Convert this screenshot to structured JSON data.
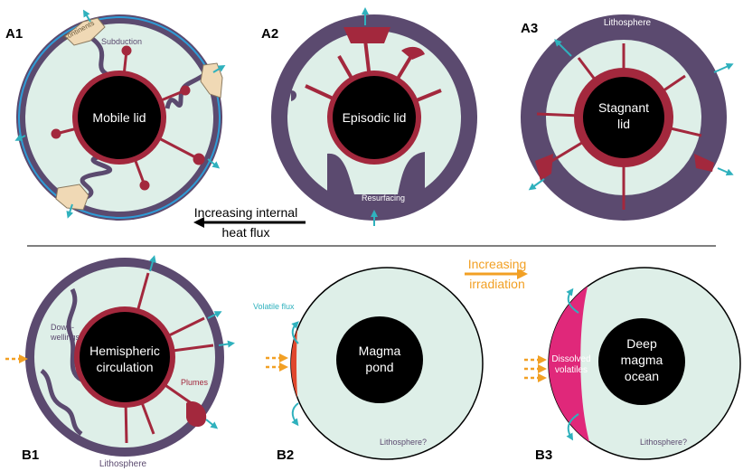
{
  "panels": {
    "a1": {
      "tag": "A1",
      "core": "Mobile lid",
      "continents": "Continents",
      "subduction": "Subduction"
    },
    "a2": {
      "tag": "A2",
      "core": "Episodic lid",
      "resurfacing": "Resurfacing"
    },
    "a3": {
      "tag": "A3",
      "core_line1": "Stagnant",
      "core_line2": "lid",
      "lithosphere": "Lithosphere"
    },
    "b1": {
      "tag": "B1",
      "core_line1": "Hemispheric",
      "core_line2": "circulation",
      "downwellings_line1": "Down-",
      "downwellings_line2": "wellings",
      "plumes": "Plumes",
      "lithosphere": "Lithosphere"
    },
    "b2": {
      "tag": "B2",
      "core_line1": "Magma",
      "core_line2": "pond",
      "volatile_flux": "Volatile flux",
      "lithosphere": "Lithosphere?"
    },
    "b3": {
      "tag": "B3",
      "core_line1": "Deep",
      "core_line2": "magma",
      "core_line3": "ocean",
      "dissolved_line1": "Dissolved",
      "dissolved_line2": "volatiles",
      "lithosphere": "Lithosphere?"
    }
  },
  "arrows": {
    "heat_flux_line1": "Increasing internal",
    "heat_flux_line2": "heat flux",
    "irradiation_line1": "Increasing",
    "irradiation_line2": "irradiation"
  },
  "colors": {
    "mantle": "#deefe8",
    "lid": "#5b4a6f",
    "core": "#000000",
    "plume": "#a3283d",
    "flux_arrow": "#2fb1bd",
    "irradiation": "#f2a024",
    "magma_pond": "#e0472d",
    "magma_ocean": "#e0287a",
    "ocean_blue": "#2e9bd6",
    "continent": "#f0d9b5"
  }
}
